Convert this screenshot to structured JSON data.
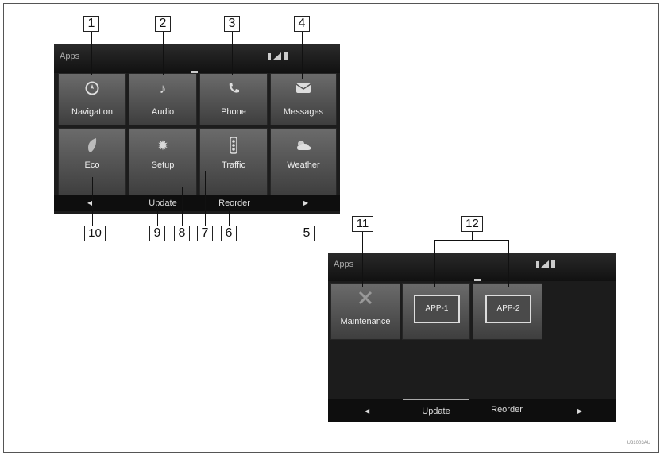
{
  "screen1": {
    "title": "Apps",
    "tiles": [
      {
        "label": "Navigation",
        "icon": "compass-icon"
      },
      {
        "label": "Audio",
        "icon": "music-note-icon"
      },
      {
        "label": "Phone",
        "icon": "phone-icon"
      },
      {
        "label": "Messages",
        "icon": "envelope-icon"
      },
      {
        "label": "Eco",
        "icon": "leaf-icon"
      },
      {
        "label": "Setup",
        "icon": "gear-icon"
      },
      {
        "label": "Traffic",
        "icon": "traffic-light-icon"
      },
      {
        "label": "Weather",
        "icon": "cloud-sun-icon"
      }
    ],
    "bottom": {
      "left_arrow": "◀",
      "update": "Update",
      "reorder": "Reorder",
      "right_arrow": "▶"
    }
  },
  "screen2": {
    "title": "Apps",
    "tiles": [
      {
        "label": "Maintenance",
        "icon": "wrench-icon"
      },
      {
        "label": "APP-1"
      },
      {
        "label": "APP-2"
      }
    ],
    "bottom": {
      "left_arrow": "◀",
      "update": "Update",
      "reorder": "Reorder",
      "right_arrow": "▶"
    }
  },
  "callouts": [
    "1",
    "2",
    "3",
    "4",
    "5",
    "6",
    "7",
    "8",
    "9",
    "10",
    "11",
    "12"
  ],
  "reference_code": "U31003AU"
}
